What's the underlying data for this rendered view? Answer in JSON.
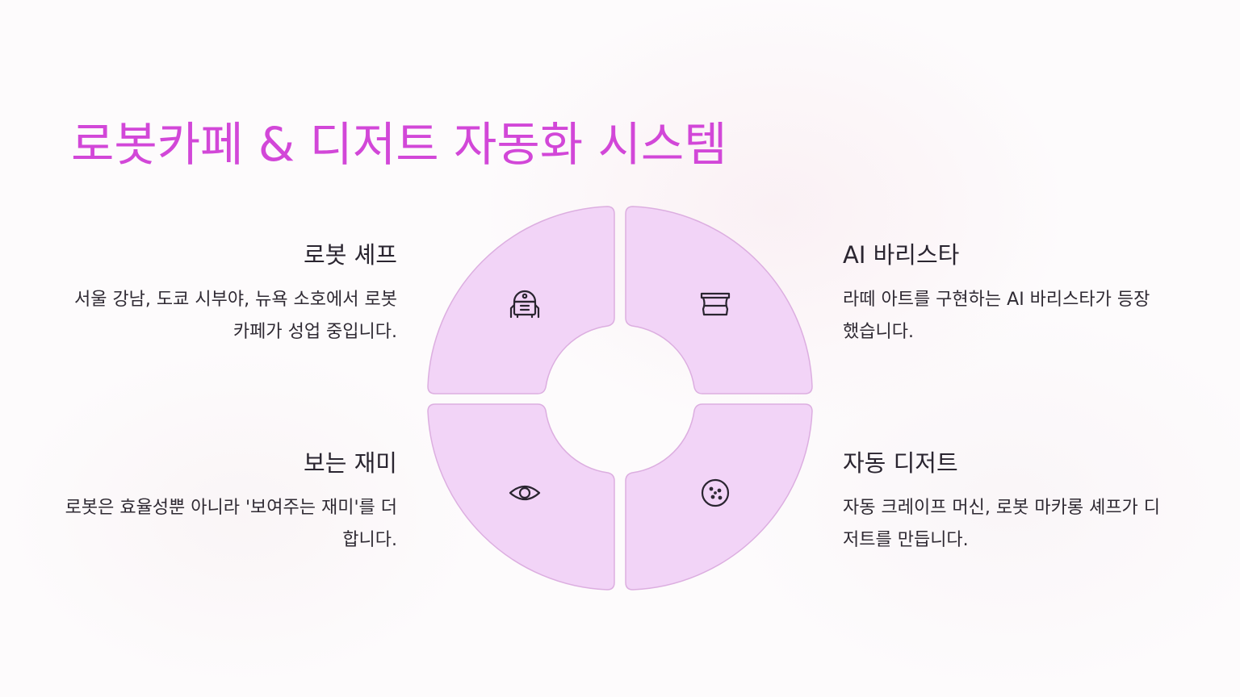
{
  "title": "로봇카페 & 디저트 자동화 시스템",
  "colors": {
    "title": "#d247d8",
    "quadrant_fill": "#f2d4f7",
    "quadrant_stroke": "#dcaee0",
    "text": "#2a2530"
  },
  "items": {
    "robot_chef": {
      "heading": "로봇 셰프",
      "description": "서울 강남, 도쿄 시부야, 뉴욕 소호에서 로봇 카페가 성업 중입니다.",
      "icon": "robot-icon"
    },
    "ai_barista": {
      "heading": "AI 바리스타",
      "description": "라떼 아트를 구현하는 AI 바리스타가 등장했습니다.",
      "icon": "coffee-cup-icon"
    },
    "visual_fun": {
      "heading": "보는 재미",
      "description": "로봇은 효율성뿐 아니라 '보여주는 재미'를 더합니다.",
      "icon": "eye-icon"
    },
    "auto_dessert": {
      "heading": "자동 디저트",
      "description": "자동 크레이프 머신, 로봇 마카롱 셰프가 디저트를 만듭니다.",
      "icon": "cookie-icon"
    }
  }
}
